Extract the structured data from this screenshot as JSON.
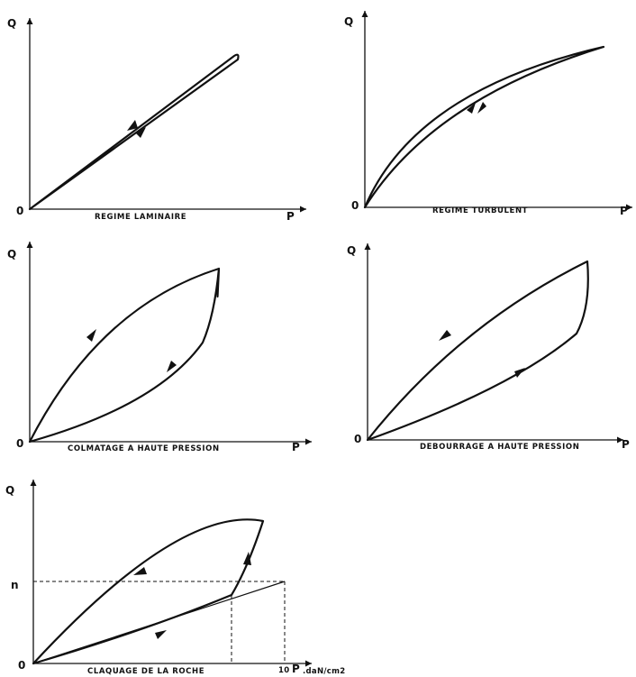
{
  "panels": [
    {
      "id": "laminaire",
      "y_axis": "Q",
      "x_axis": "P",
      "origin": "0",
      "caption": "REGIME LAMINAIRE"
    },
    {
      "id": "turbulent",
      "y_axis": "Q",
      "x_axis": "P",
      "origin": "0",
      "caption": "REGIME TURBULENT"
    },
    {
      "id": "colmatage",
      "y_axis": "Q",
      "x_axis": "P",
      "origin": "0",
      "caption": "COLMATAGE A HAUTE PRESSION"
    },
    {
      "id": "debourrage",
      "y_axis": "Q",
      "x_axis": "P",
      "origin": "0",
      "caption": "DEBOURRAGE A HAUTE PRESSION"
    },
    {
      "id": "claquage",
      "y_axis": "Q",
      "x_axis": "P",
      "origin": "0",
      "caption": "CLAQUAGE DE LA ROCHE",
      "x_unit": ".daN/cm2",
      "x_tick": "10",
      "y_tick": "n"
    }
  ]
}
